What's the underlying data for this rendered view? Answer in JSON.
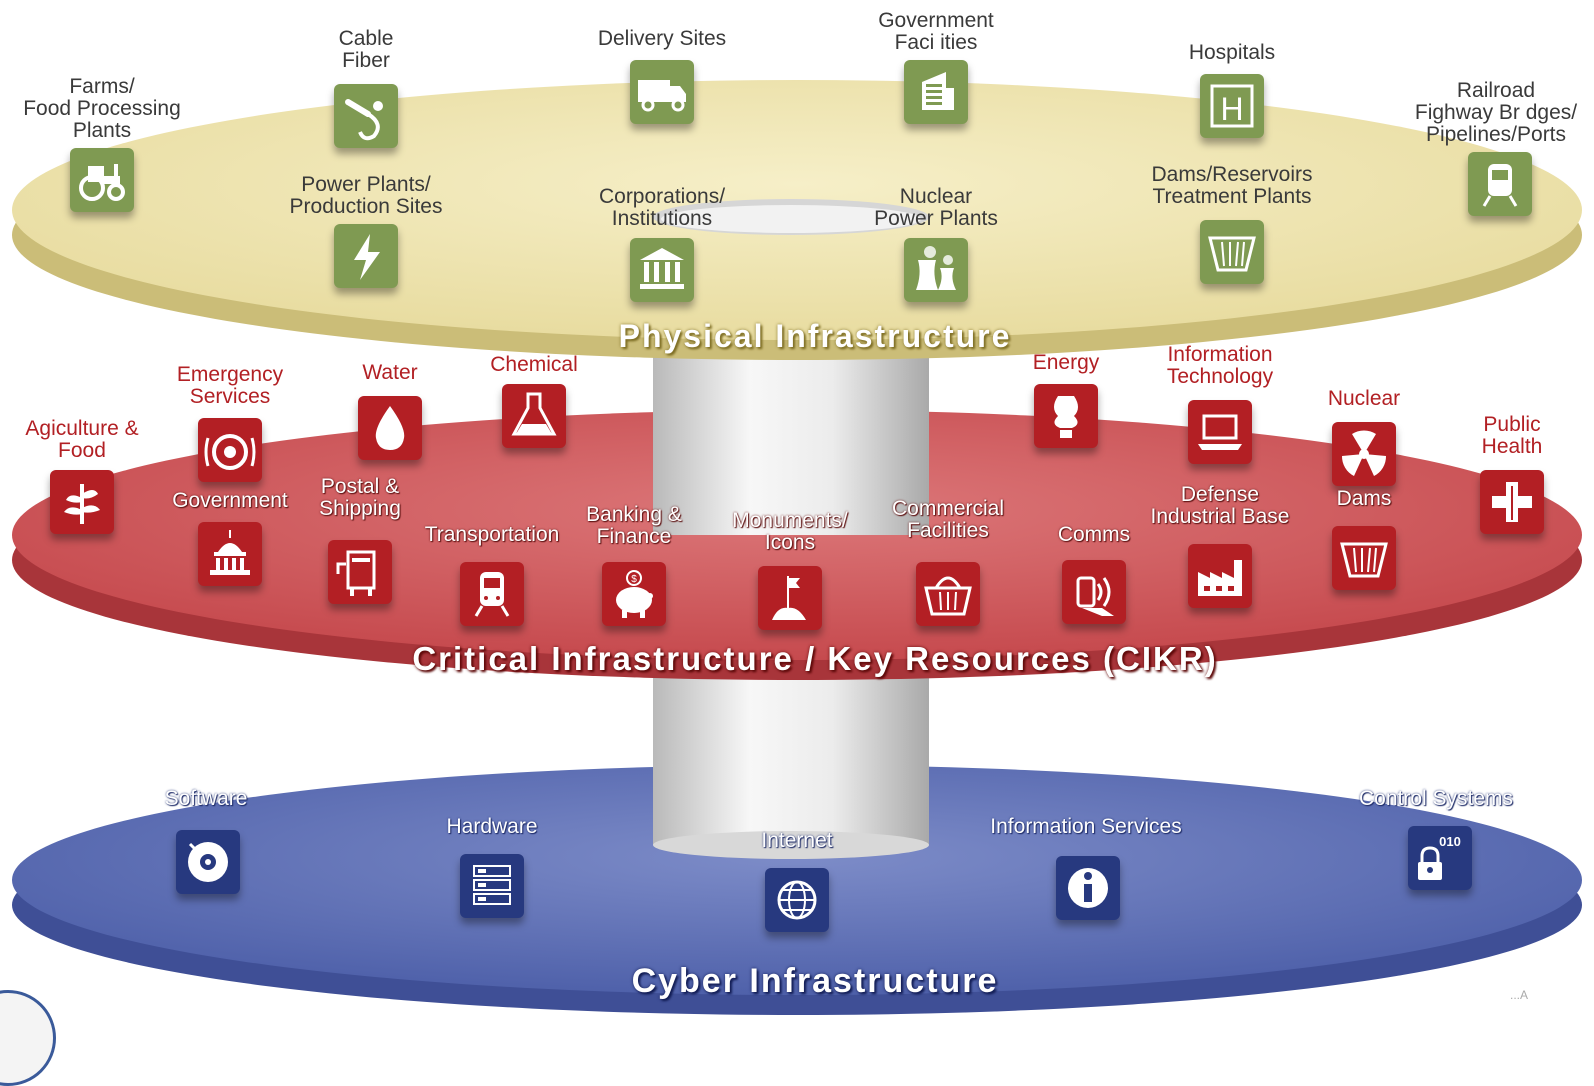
{
  "layers": {
    "physical": {
      "title": "Physical Infrastructure",
      "color": "#f0e8b4",
      "edge": "#d8cc8a"
    },
    "cikr": {
      "title": "Critical Infrastructure / Key Resources (CIKR)",
      "color": "#d2575a",
      "edge": "#b83e42"
    },
    "cyber": {
      "title": "Cyber Infrastructure",
      "color": "#5c6db4",
      "edge": "#45559e"
    }
  },
  "physical_items": [
    {
      "lines": [
        "Farms/",
        "Food Processing",
        "Plants"
      ],
      "icon": "tractor-icon"
    },
    {
      "lines": [
        "Cable",
        "Fiber"
      ],
      "icon": "cable-icon"
    },
    {
      "lines": [
        "Delivery Sites"
      ],
      "icon": "truck-icon"
    },
    {
      "lines": [
        "Government",
        "Faci ities"
      ],
      "icon": "building-icon"
    },
    {
      "lines": [
        "Hospitals"
      ],
      "icon": "hospital-icon"
    },
    {
      "lines": [
        "Railroad",
        "Fighway Br dges/",
        "Pipelines/Ports"
      ],
      "icon": "train-icon"
    },
    {
      "lines": [
        "Power Plants/",
        "Production Sites"
      ],
      "icon": "lightning-icon"
    },
    {
      "lines": [
        "Corporations/",
        "Institutions"
      ],
      "icon": "institution-icon"
    },
    {
      "lines": [
        "Nuclear",
        "Power Plants"
      ],
      "icon": "cooling-tower-icon"
    },
    {
      "lines": [
        "Dams/Reservoirs",
        "Treatment Plants"
      ],
      "icon": "dam-icon"
    }
  ],
  "cikr_items": [
    {
      "lines": [
        "Agiculture &",
        "Food"
      ],
      "icon": "plant-icon"
    },
    {
      "lines": [
        "Emergency",
        "Services"
      ],
      "icon": "alarm-bell-icon"
    },
    {
      "lines": [
        "Water"
      ],
      "icon": "water-drop-icon"
    },
    {
      "lines": [
        "Chemical"
      ],
      "icon": "flask-icon"
    },
    {
      "lines": [
        "Energy"
      ],
      "icon": "light-bulb-icon"
    },
    {
      "lines": [
        "Information",
        "Technology"
      ],
      "icon": "laptop-icon"
    },
    {
      "lines": [
        "Nuclear"
      ],
      "icon": "radiation-icon"
    },
    {
      "lines": [
        "Public",
        "Health"
      ],
      "icon": "medical-icon"
    },
    {
      "lines": [
        "Government"
      ],
      "icon": "capitol-icon"
    },
    {
      "lines": [
        "Postal &",
        "Shipping"
      ],
      "icon": "mailbox-icon"
    },
    {
      "lines": [
        "Transportation"
      ],
      "icon": "train-icon"
    },
    {
      "lines": [
        "Banking &",
        "Finance"
      ],
      "icon": "piggy-bank-icon"
    },
    {
      "lines": [
        "Monuments/",
        "Icons"
      ],
      "icon": "flag-monument-icon"
    },
    {
      "lines": [
        "Commercial",
        "Facilities"
      ],
      "icon": "basket-icon"
    },
    {
      "lines": [
        "Comms"
      ],
      "icon": "phone-icon"
    },
    {
      "lines": [
        "Defense",
        "Industrial Base"
      ],
      "icon": "factory-icon"
    },
    {
      "lines": [
        "Dams"
      ],
      "icon": "dam-icon"
    }
  ],
  "cyber_items": [
    {
      "lines": [
        "Software"
      ],
      "icon": "disc-icon"
    },
    {
      "lines": [
        "Hardware"
      ],
      "icon": "server-icon"
    },
    {
      "lines": [
        "Internet"
      ],
      "icon": "globe-icon"
    },
    {
      "lines": [
        "Information Services"
      ],
      "icon": "info-icon"
    },
    {
      "lines": [
        "Control Systems"
      ],
      "icon": "lock-binary-icon",
      "badge": "010"
    }
  ],
  "colors": {
    "green_icon": "#7f9a52",
    "red_icon": "#b31f24",
    "blue_icon": "#27397f",
    "cylinder": "#e6e6e6"
  },
  "watermark": "...A"
}
